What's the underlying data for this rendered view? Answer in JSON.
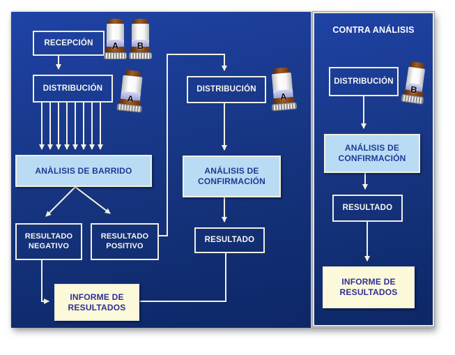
{
  "diagram": {
    "left_flow": {
      "recepcion": "RECEPCIÓN",
      "distribucion": "DISTRIBUCIÓN",
      "analisis_barrido": "ANÀLISIS DE BARRIDO",
      "resultado_negativo": "RESULTADO NEGATIVO",
      "resultado_positivo": "RESULTADO POSITIVO",
      "informe_resultados": "INFORME DE RESULTADOS"
    },
    "middle_flow": {
      "distribucion": "DISTRIBUCIÓN",
      "analisis_confirmacion": "ANÁLISIS DE CONFIRMACIÓN",
      "resultado": "RESULTADO"
    },
    "right_flow": {
      "title": "CONTRA ANÁLISIS",
      "distribucion": "DISTRIBUCIÓN",
      "analisis_confirmacion": "ANÁLISIS DE CONFIRMACIÓN",
      "resultado": "RESULTADO",
      "informe_resultados": "INFORME DE RESULTADOS"
    },
    "bottle_labels": {
      "recepcion_a": "A",
      "recepcion_b": "B",
      "distribucion_left": "A",
      "distribucion_middle": "A",
      "contra_analisis": "B"
    },
    "colors": {
      "background_top": "#1f43a6",
      "background_bottom": "#0d2766",
      "box_border": "#f2f0e2",
      "arrow": "#f3f1e4",
      "analysis_box_fill": "#b9dcf4",
      "analysis_box_text": "#1e3a96",
      "report_box_fill": "#fbf9d9",
      "report_box_text": "#2e2e96",
      "panel_frame_border": "#e9e6d0"
    }
  }
}
